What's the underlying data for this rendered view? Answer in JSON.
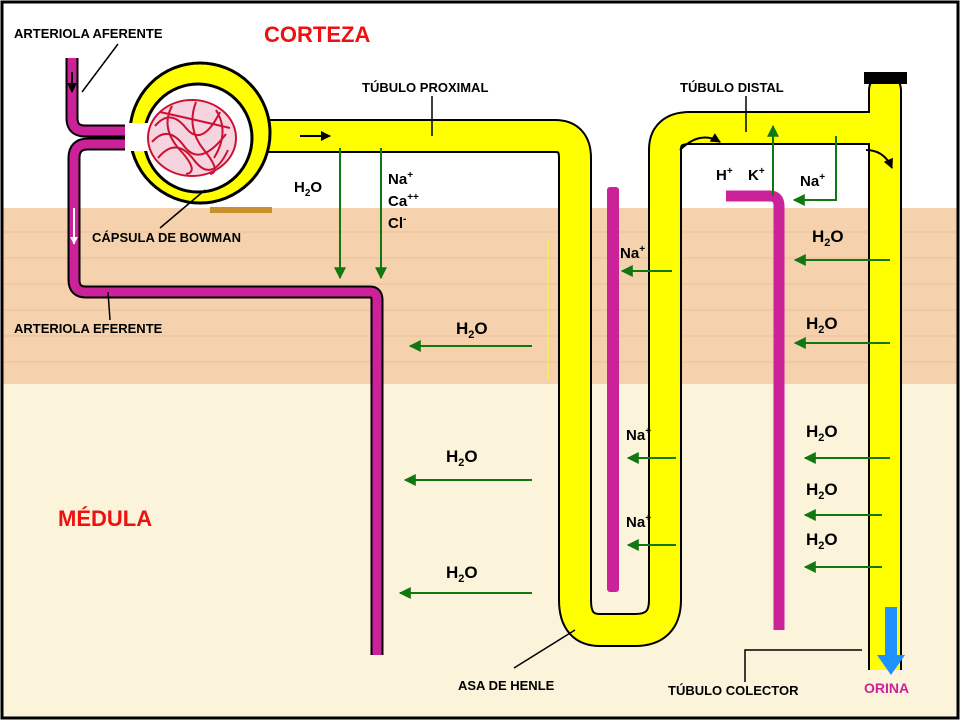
{
  "regions": {
    "cortex": "CORTEZA",
    "medulla": "MÉDULA"
  },
  "labels": {
    "afferent": "ARTERIOLA AFERENTE",
    "efferent": "ARTERIOLA EFERENTE",
    "bowman": "CÁPSULA DE BOWMAN",
    "proximal": "TÚBULO PROXIMAL",
    "distal": "TÚBULO DISTAL",
    "henle": "ASA DE HENLE",
    "collector": "TÚBULO COLECTOR",
    "urine": "ORINA"
  },
  "molecules": {
    "water": {
      "h": "H",
      "two": "2",
      "o": "O"
    },
    "sodium": {
      "na": "Na",
      "plus": "+"
    },
    "calcium": {
      "ca": "Ca",
      "plus2": "++"
    },
    "chloride": {
      "cl": "Cl",
      "minus": "-"
    },
    "hydrogen": {
      "h": "H",
      "plus": "+"
    },
    "potassium": {
      "k": "K",
      "plus": "+"
    }
  },
  "colors": {
    "tubule": "#ffff00",
    "vessel": "#cc2299",
    "arrow": "#117711",
    "cortex_bg": "#f5d2ad",
    "medulla_bg": "#fbf3da",
    "region_text": "#ee1111",
    "urine_text": "#cc2299",
    "urine_arrow": "#1e90ff"
  }
}
